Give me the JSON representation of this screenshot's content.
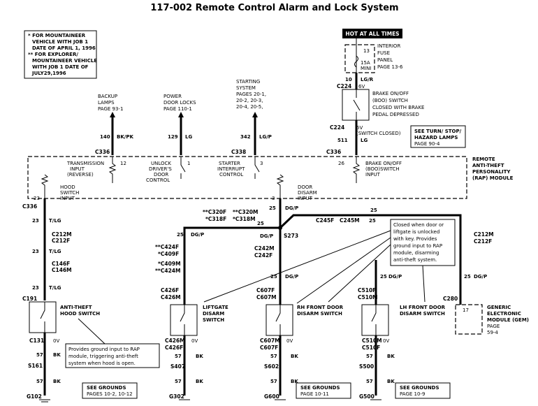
{
  "title": "117-002 Remote Control Alarm and Lock System",
  "notes": {
    "line1": "* FOR MOUNTAINEER",
    "line2": "VEHICLE WITH JOB 1",
    "line3": "DATE OF APRIL 1, 1996",
    "line4": "** FOR EXPLORER/",
    "line5": "MOUNTAINEER VEHICLE",
    "line6": "WITH JOB 1 DATE OF",
    "line7": "JULY29,1996"
  },
  "hot": {
    "label": "HOT AT ALL TIMES",
    "fuse_a": "13",
    "fuse_b": "15A",
    "fuse_c": "MINI",
    "panel1": "INTERIOR",
    "panel2": "FUSE",
    "panel3": "PANEL",
    "panel4": "PAGE 13-6",
    "wire_num": "10",
    "wire_color": "LG/R",
    "conn": "C224",
    "conn_pin": "6V"
  },
  "boo": {
    "l1": "BRAKE ON/OFF",
    "l2": "(BOO) SWITCH",
    "l3": "CLOSED WITH BRAKE",
    "l4": "PEDAL DEPRESSED",
    "conn": "C224",
    "pin": "5V",
    "closed": "(SWITCH CLOSED)",
    "wire_num": "511",
    "wire_color": "LG"
  },
  "turn_box": {
    "l1": "SEE TURN/ STOP/",
    "l2": "HAZARD LAMPS",
    "l3": "PAGE 90-4"
  },
  "backup": {
    "l1": "BACKUP",
    "l2": "LAMPS",
    "l3": "PAGE 93-1",
    "wire_num": "140",
    "wire_color": "BK/PK"
  },
  "power": {
    "l1": "POWER",
    "l2": "DOOR LOCKS",
    "l3": "PAGE 110-1",
    "wire_num": "129",
    "wire_color": "LG"
  },
  "starting": {
    "l1": "STARTING",
    "l2": "SYSTEM",
    "l3": "PAGES 20-1,",
    "l4": "20-2, 20-3,",
    "l5": "20-4, 20-5,",
    "wire_num": "342",
    "wire_color": "LG/P"
  },
  "module": {
    "conn_a": "C336",
    "conn_b": "C338",
    "conn_c": "C336",
    "name1": "REMOTE",
    "name2": "ANTI-THEFT",
    "name3": "PERSONALITY",
    "name4": "(RAP) MODULE",
    "in_trans1": "TRANSMISSION",
    "in_trans2": "INPUT",
    "in_trans3": "(REVERSE)",
    "pin_trans": "12",
    "in_unlock1": "UNLOCK",
    "in_unlock2": "DRIVER'S",
    "in_unlock3": "DOOR",
    "in_unlock4": "CONTROL",
    "pin_unlock": "1",
    "in_start1": "STARTER",
    "in_start2": "INTERRUPT",
    "in_start3": "CONTROL",
    "pin_start": "3",
    "in_boo1": "BRAKE ON/OFF",
    "in_boo2": "(BOO)SWITCH",
    "in_boo3": "INPUT",
    "pin_boo": "26",
    "in_hood1": "HOOD",
    "in_hood2": "SWITCH",
    "in_hood3": "INPUT",
    "pin_hood": "23",
    "in_door1": "DOOR",
    "in_door2": "DISARM",
    "in_door3": "INPUT",
    "pin_door": "3"
  },
  "hood": {
    "conn": "C336",
    "wire_num": "23",
    "wire_color": "T/LG",
    "c1": "C212M",
    "c2": "C212F",
    "c3": "C146F",
    "c4": "C146M",
    "c5": "C191",
    "name1": "ANTI-THEFT",
    "name2": "HOOD SWITCH",
    "c6": "C131",
    "pin": "0V",
    "gnd_wire": "57",
    "gnd_color": "BK",
    "splice": "S161",
    "ground": "G102",
    "note1": "Provides ground input to RAP",
    "note2": "module, triggering anti-theft",
    "note3": "system when hood is open.",
    "see1": "SEE GROUNDS",
    "see2": "PAGES 10-2, 10-12"
  },
  "bus": {
    "wire_num": "25",
    "wire_color": "DG/P",
    "c320": "**C320F",
    "c318": "*C318F",
    "c320m": "**C320M",
    "c318m": "*C318M",
    "c245f": "C245F",
    "c245m": "C245M",
    "splice": "S273",
    "c242m": "C242M",
    "c242f": "C242F",
    "c212m": "C212M",
    "c212f": "C212F",
    "c280": "C280"
  },
  "liftgate": {
    "c1": "**C424F",
    "c2": "*C409F",
    "c3": "*C409M",
    "c4": "**C424M",
    "c5": "C426F",
    "c6": "C426M",
    "name1": "LIFTGATE",
    "name2": "DISARM",
    "name3": "SWITCH",
    "c7": "C426M",
    "c8": "C426F",
    "pin": "0V",
    "splice": "S407",
    "ground": "G302"
  },
  "rh": {
    "c1": "C607F",
    "c2": "C607M",
    "name1": "RH FRONT DOOR",
    "name2": "DISARM SWITCH",
    "c3": "C607M",
    "c4": "C607F",
    "pin": "0V",
    "splice": "S602",
    "ground": "G600",
    "see1": "SEE GROUNDS",
    "see2": "PAGE 10-11"
  },
  "lh": {
    "c1": "C510F",
    "c2": "C510M",
    "name1": "LH FRONT DOOR",
    "name2": "DISARM SWITCH",
    "c3": "C510M",
    "c4": "C510F",
    "pin": "0V",
    "splice": "S500",
    "ground": "G500",
    "see1": "SEE GROUNDS",
    "see2": "PAGE 10-9"
  },
  "door_note": {
    "l1": "Closed when door or",
    "l2": "liftgate is unlocked",
    "l3": "with key. Provides",
    "l4": "ground input to RAP",
    "l5": "module, disarming",
    "l6": "anti-theft system."
  },
  "gem": {
    "pin": "17",
    "l1": "GENERIC",
    "l2": "ELECTRONIC",
    "l3": "MODULE (GEM)",
    "l4": "PAGE",
    "l5": "59-4"
  }
}
